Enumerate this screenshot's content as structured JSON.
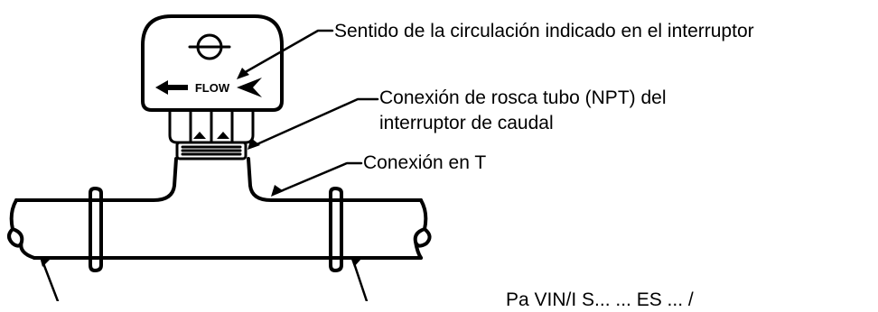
{
  "labels": {
    "direction": "Sentido de la circulación indicado en el interruptor",
    "thread_line1": "Conexión de rosca tubo (NPT) del",
    "thread_line2": "interruptor de caudal",
    "tee": "Conexión en T",
    "bottom_partial": "Pa VIN/I S... ... ES ... /"
  },
  "switch": {
    "flow_text": "FLOW"
  }
}
